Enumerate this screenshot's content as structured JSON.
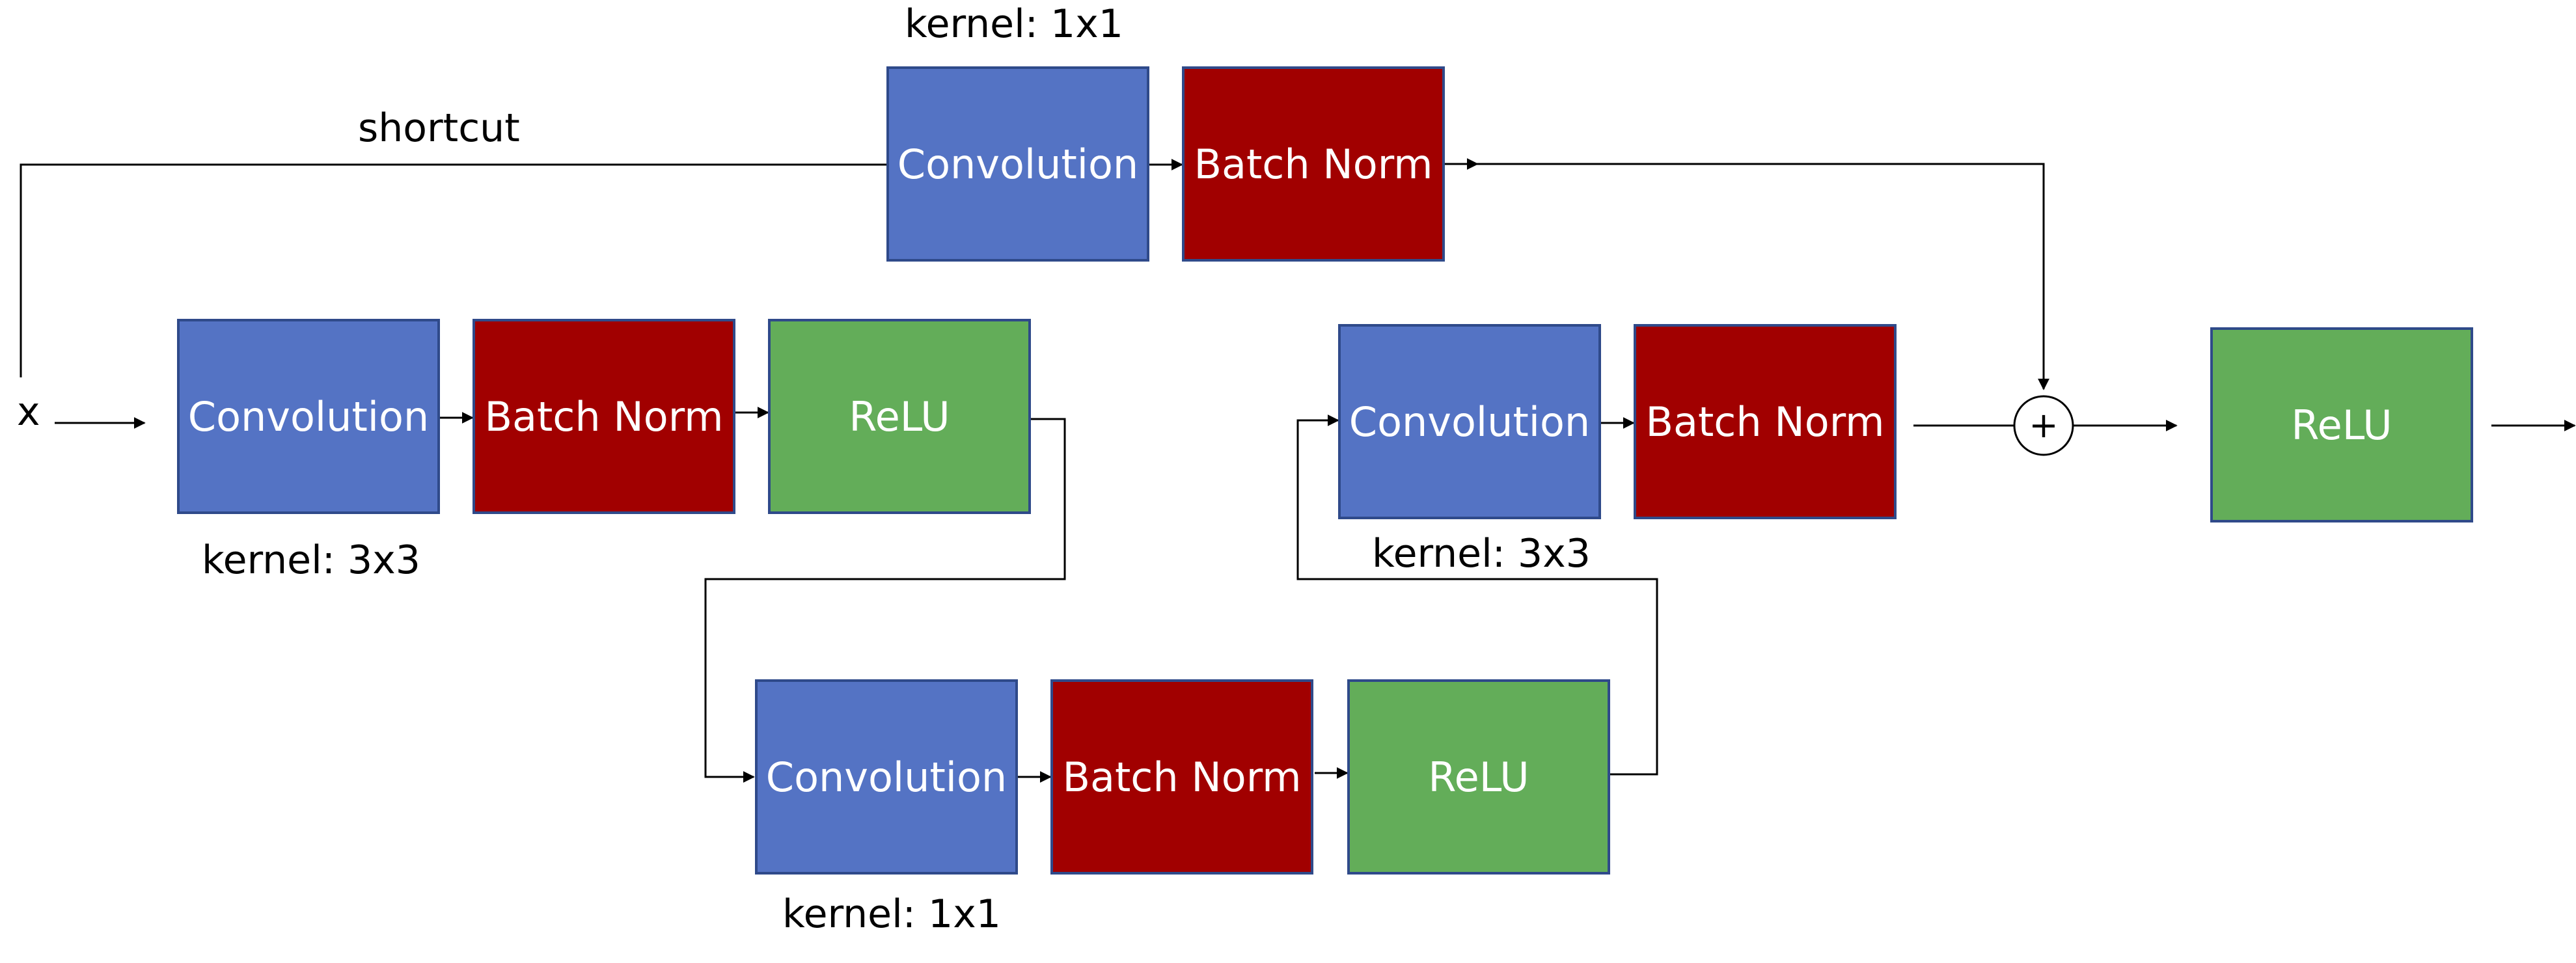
{
  "colors": {
    "convolution": "#5473c4",
    "batch_norm": "#a10000",
    "relu": "#63ad59",
    "line": "#000000"
  },
  "labels": {
    "shortcut": "shortcut",
    "input": "x",
    "add_symbol": "+",
    "kernel_shortcut": "kernel: 1x1",
    "kernel_block1": "kernel: 3x3",
    "kernel_block2": "kernel: 1x1",
    "kernel_block3": "kernel: 3x3"
  },
  "blocks": {
    "shortcut_conv": {
      "label": "Convolution",
      "kind": "convolution"
    },
    "shortcut_bn": {
      "label": "Batch Norm",
      "kind": "batch_norm"
    },
    "conv1": {
      "label": "Convolution",
      "kind": "convolution"
    },
    "bn1": {
      "label": "Batch Norm",
      "kind": "batch_norm"
    },
    "relu1": {
      "label": "ReLU",
      "kind": "relu"
    },
    "conv2": {
      "label": "Convolution",
      "kind": "convolution"
    },
    "bn2": {
      "label": "Batch Norm",
      "kind": "batch_norm"
    },
    "relu2": {
      "label": "ReLU",
      "kind": "relu"
    },
    "conv3": {
      "label": "Convolution",
      "kind": "convolution"
    },
    "bn3": {
      "label": "Batch Norm",
      "kind": "batch_norm"
    },
    "relu_out": {
      "label": "ReLU",
      "kind": "relu"
    }
  }
}
